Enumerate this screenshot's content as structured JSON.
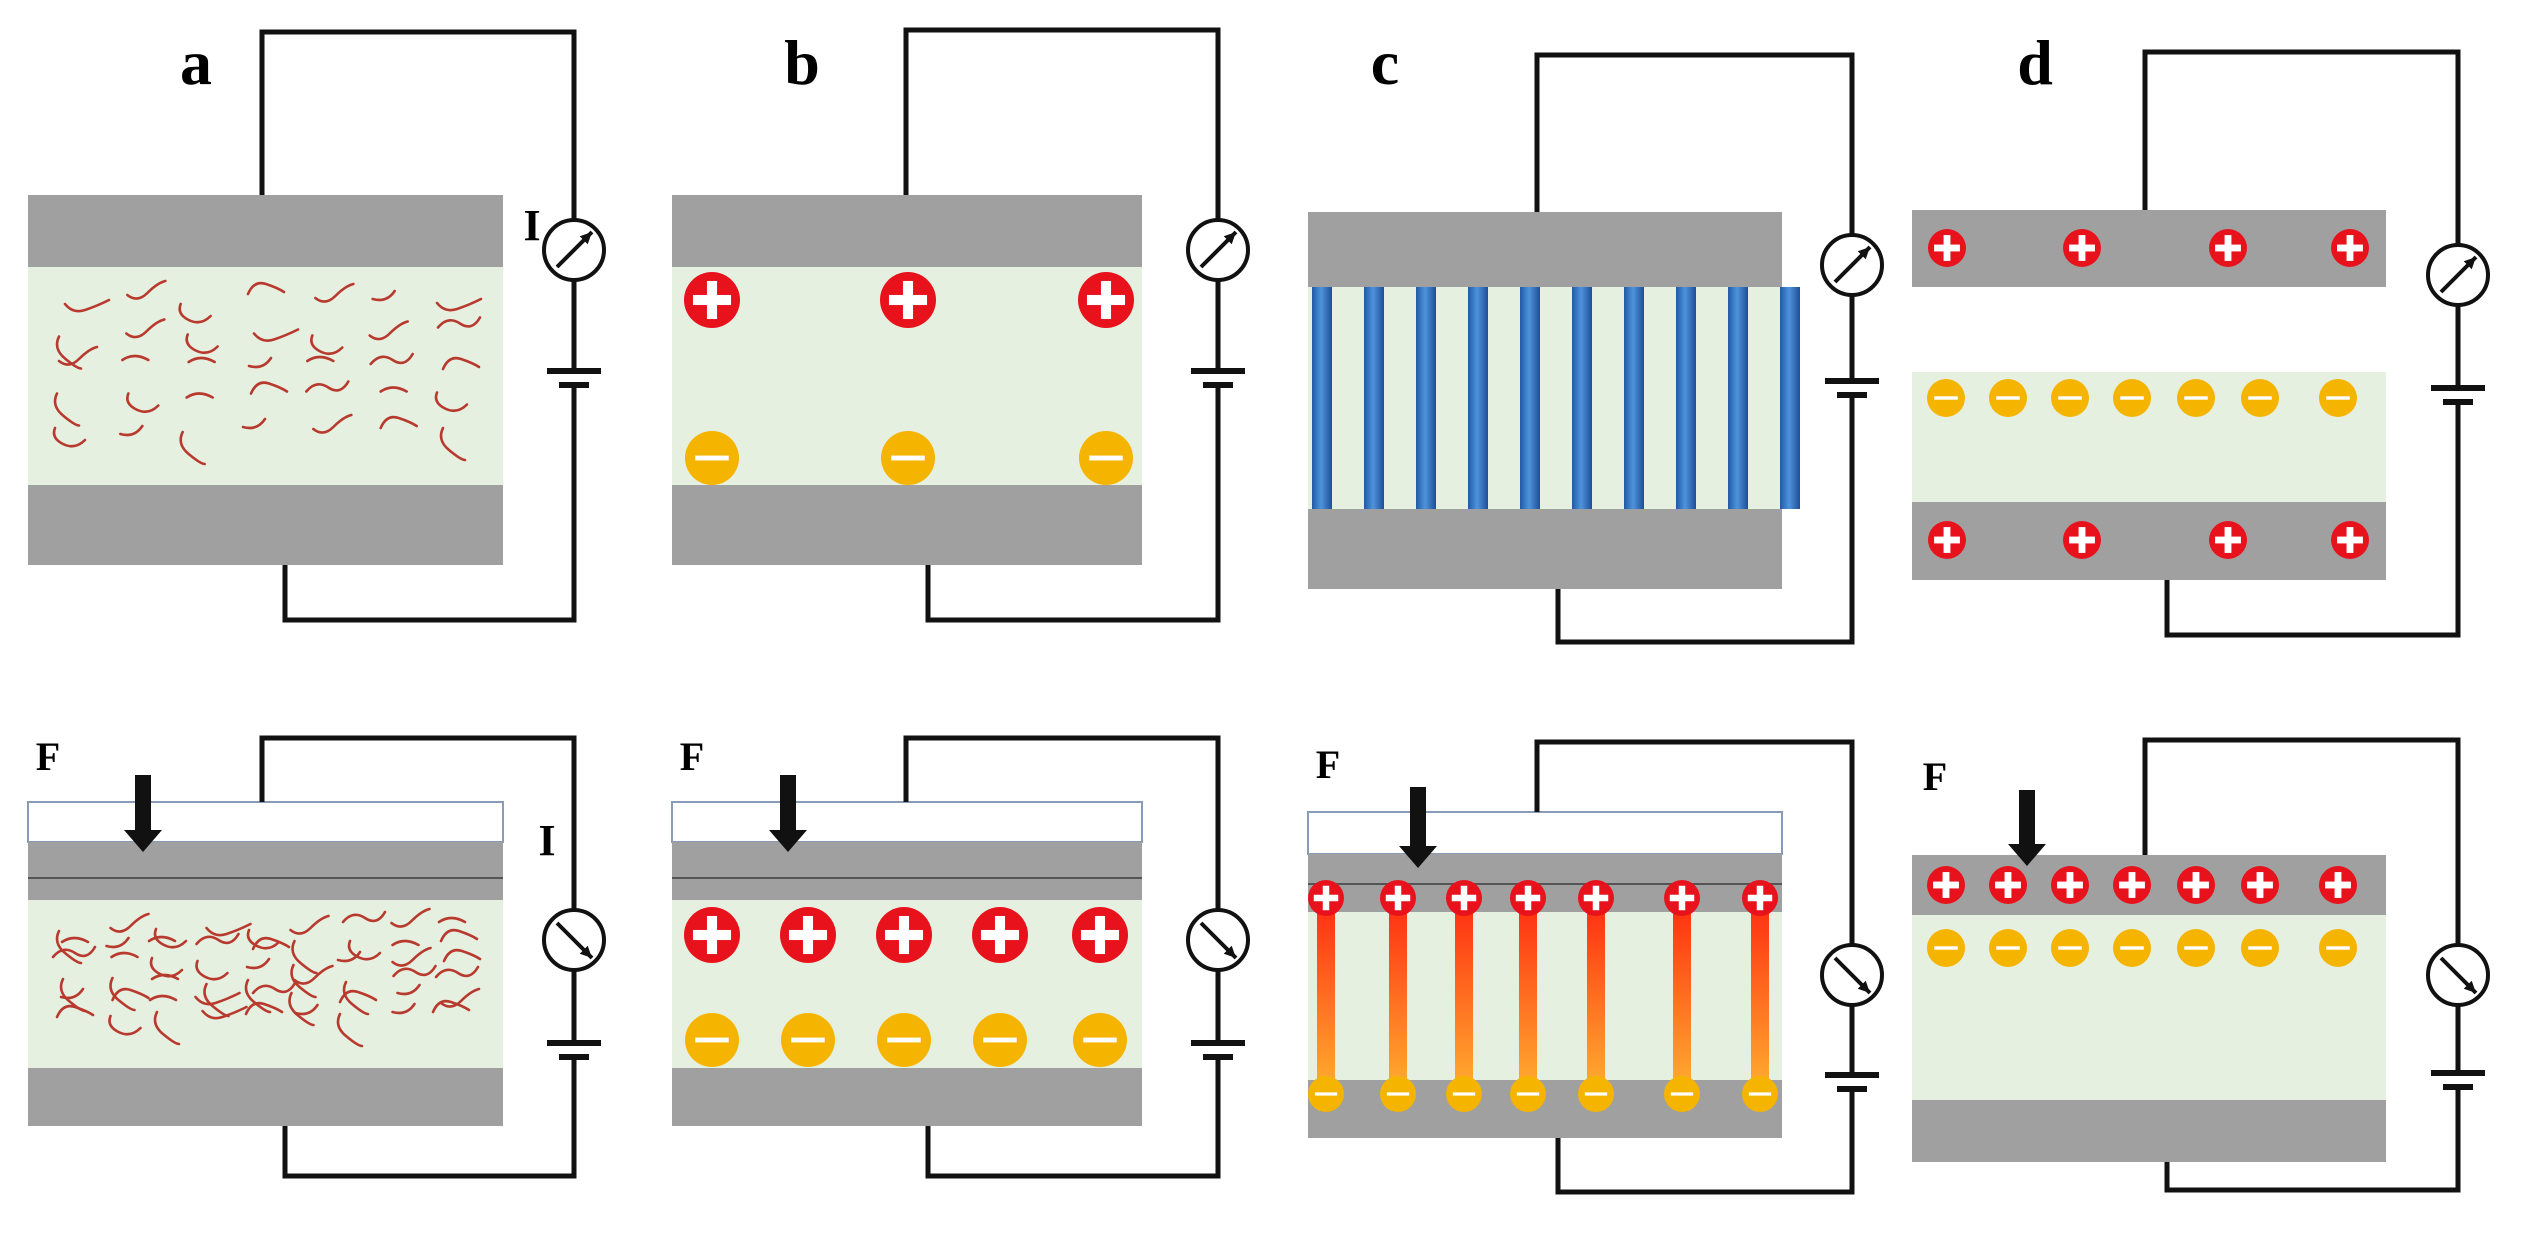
{
  "figure": {
    "panel_labels": [
      "a",
      "b",
      "c",
      "d"
    ],
    "current_label": "I",
    "force_label": "F"
  },
  "colors": {
    "electrode": "#a0a0a0",
    "medium": "#e6f0e1",
    "wire": "#111111",
    "fiber": "#b83a2e",
    "pillar_blue": "#2e6fc0",
    "pillar_red": "#ff3a10",
    "pillar_orange": "#ffae2a",
    "positive_charge": "#e8121c",
    "negative_charge": "#f5b400",
    "arrow": "#111111"
  },
  "panels": [
    {
      "id": "a",
      "kind": "fibers",
      "label": "a"
    },
    {
      "id": "b",
      "kind": "ions",
      "label": "b"
    },
    {
      "id": "c",
      "kind": "pillars",
      "label": "c"
    },
    {
      "id": "d",
      "kind": "electret",
      "label": "d"
    }
  ],
  "states": [
    {
      "id": "rest",
      "force": false,
      "meter_needle": "up-right"
    },
    {
      "id": "pressed",
      "force": true,
      "meter_needle": "down-right"
    }
  ]
}
